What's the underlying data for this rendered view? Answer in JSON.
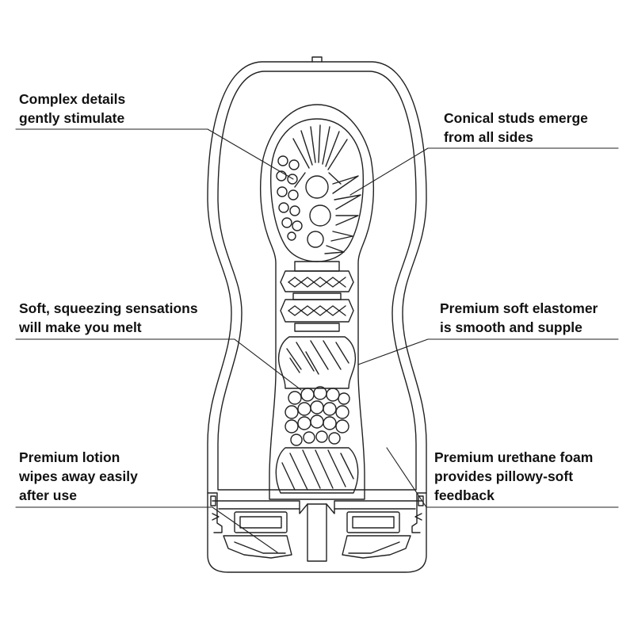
{
  "colors": {
    "stroke": "#222222",
    "background": "#ffffff",
    "text": "#111111"
  },
  "callouts": {
    "complex_details": {
      "line1": "Complex details",
      "line2": "gently stimulate"
    },
    "conical_studs": {
      "line1": "Conical studs emerge",
      "line2": "from all sides"
    },
    "soft_squeezing": {
      "line1": "Soft, squeezing sensations",
      "line2": "will make you melt"
    },
    "elastomer": {
      "line1": "Premium soft elastomer",
      "line2": "is smooth and supple"
    },
    "lotion": {
      "line1": "Premium lotion",
      "line2": "wipes away easily",
      "line3": "after use"
    },
    "foam": {
      "line1": "Premium urethane foam",
      "line2": "provides pillowy-soft",
      "line3": "feedback"
    }
  }
}
